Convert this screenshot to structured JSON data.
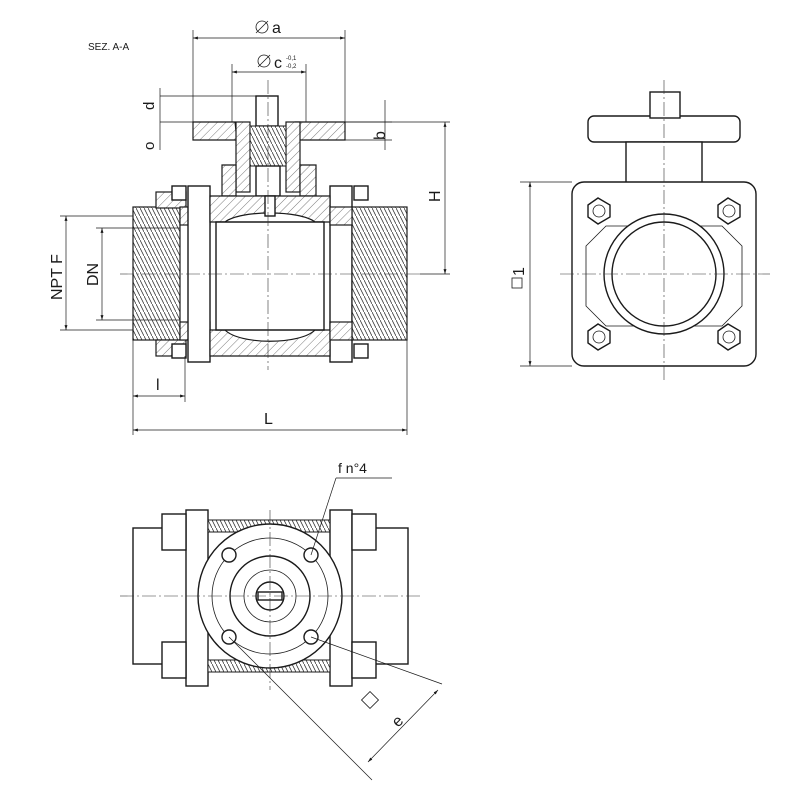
{
  "section_label": "SEZ. A-A",
  "dimensions": {
    "a": "a",
    "c": "c",
    "c_tol_upper": "-0,1",
    "c_tol_lower": "-0,2",
    "d": "d",
    "o": "o",
    "b": "b",
    "H": "H",
    "NPT_F": "NPT F",
    "DN": "DN",
    "l": "l",
    "L": "L",
    "square_1": "1",
    "f_n4": "f  n°4",
    "e": "e"
  }
}
